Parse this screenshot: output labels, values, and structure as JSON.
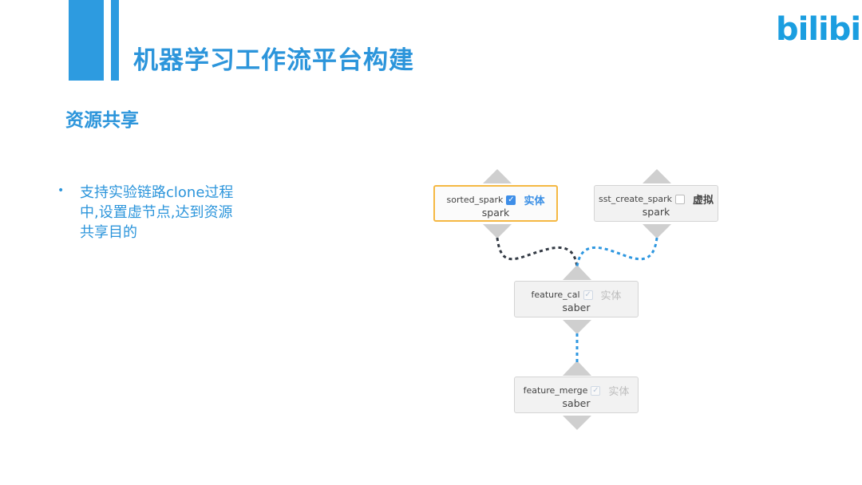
{
  "header": {
    "title": "机器学习工作流平台构建",
    "logo": "bilibili"
  },
  "section": {
    "subtitle": "资源共享"
  },
  "bullets": [
    "支持实验链路clone过程中,设置虚节点,达到资源共享目的"
  ],
  "diagram": {
    "nodes": [
      {
        "name": "sorted_spark",
        "engine": "spark",
        "checked": true,
        "tag": "实体",
        "selected": true
      },
      {
        "name": "sst_create_spark",
        "engine": "spark",
        "checked": false,
        "tag": "虚拟",
        "selected": false
      },
      {
        "name": "feature_cal",
        "engine": "saber",
        "checked": true,
        "tag": "实体",
        "selected": false
      },
      {
        "name": "feature_merge",
        "engine": "saber",
        "checked": true,
        "tag": "实体",
        "selected": false
      }
    ],
    "colors": {
      "accent": "#2d9be0",
      "edge_dark": "#333a44",
      "edge_blue": "#2e97e0",
      "selected_border": "#f5b843"
    }
  }
}
